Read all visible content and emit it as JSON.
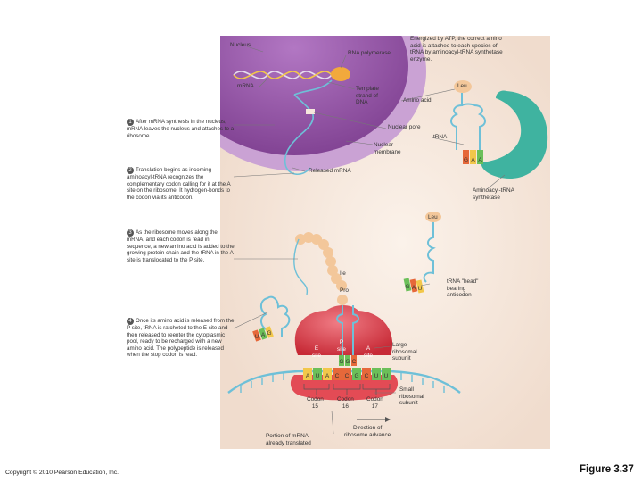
{
  "labels": {
    "nucleus": "Nucleus",
    "rna_polymerase": "RNA polymerase",
    "energized": "Energized by ATP, the correct amino\nacid is attached to each species of\ntRNA by aminoacyl-tRNA synthetase\nenzyme.",
    "mrna": "mRNA",
    "template_strand": "Template\nstrand of\nDNA",
    "amino_acid": "Amino acid",
    "leu_top": "Leu",
    "nuclear_pore": "Nuclear pore",
    "trna": "tRNA",
    "nuclear_membrane": "Nuclear\nmembrane",
    "released_mrna": "Released mRNA",
    "aminoacyl_synthetase": "Aminoacyl-tRNA\nsynthetase",
    "leu_mid": "Leu",
    "ile": "Ile",
    "pro": "Pro",
    "trna_head": "tRNA \"head\"\nbearing\nanticodon",
    "large_subunit": "Large\nribosomal\nsubunit",
    "e_site": "E\nsite",
    "p_site": "P\nsite",
    "a_site": "A\nsite",
    "small_subunit": "Small\nribosomal\nsubunit",
    "codon15": "Codon\n15",
    "codon16": "Codon\n16",
    "codon17": "Codon\n17",
    "direction": "Direction of\nribosome advance",
    "portion_mrna": "Portion of mRNA\nalready translated"
  },
  "bases": {
    "top_trna": [
      "G",
      "A",
      "A"
    ],
    "mid_trna": [
      "G",
      "A",
      "U"
    ],
    "exit_trna": [
      "U",
      "A",
      "G"
    ],
    "anticodon_p": [
      "G",
      "G",
      "C"
    ],
    "mrna_seq": [
      "A",
      "U",
      "A",
      "C",
      "C",
      "G",
      "C",
      "U",
      "U"
    ]
  },
  "steps": [
    {
      "n": "1",
      "text": "After mRNA synthesis in the nucleus, mRNA leaves the nucleus and attaches to a ribosome."
    },
    {
      "n": "2",
      "text": "Translation begins as incoming aminoacyl-tRNA recognizes the complementary codon calling for it at the A site on the ribosome. It hydrogen-bonds to the codon via its anticodon."
    },
    {
      "n": "3",
      "text": "As the ribosome moves along the mRNA, and each codon is read in sequence, a new amino acid is added to the growing protein chain and the tRNA in the A site is translocated to the P site."
    },
    {
      "n": "4",
      "text": "Once its amino acid is released from the P site, tRNA is ratcheted to the E site and then released to reenter the cytoplasmic pool, ready to be recharged with a new amino acid. The polypeptide is released when the stop codon is read."
    }
  ],
  "footer": {
    "copyright": "Copyright © 2010 Pearson Education, Inc.",
    "figure": "Figure 3.37"
  },
  "colors": {
    "nucleus": "#8a4a9a",
    "nucleus_inner": "#a267b4",
    "cytoplasm": "#f6e7dd",
    "ribosome": "#d7353f",
    "ribosome_light": "#ec7f86",
    "trna": "#6ec0d8",
    "synthetase": "#3fb3a0",
    "amino": "#f3c79a"
  }
}
